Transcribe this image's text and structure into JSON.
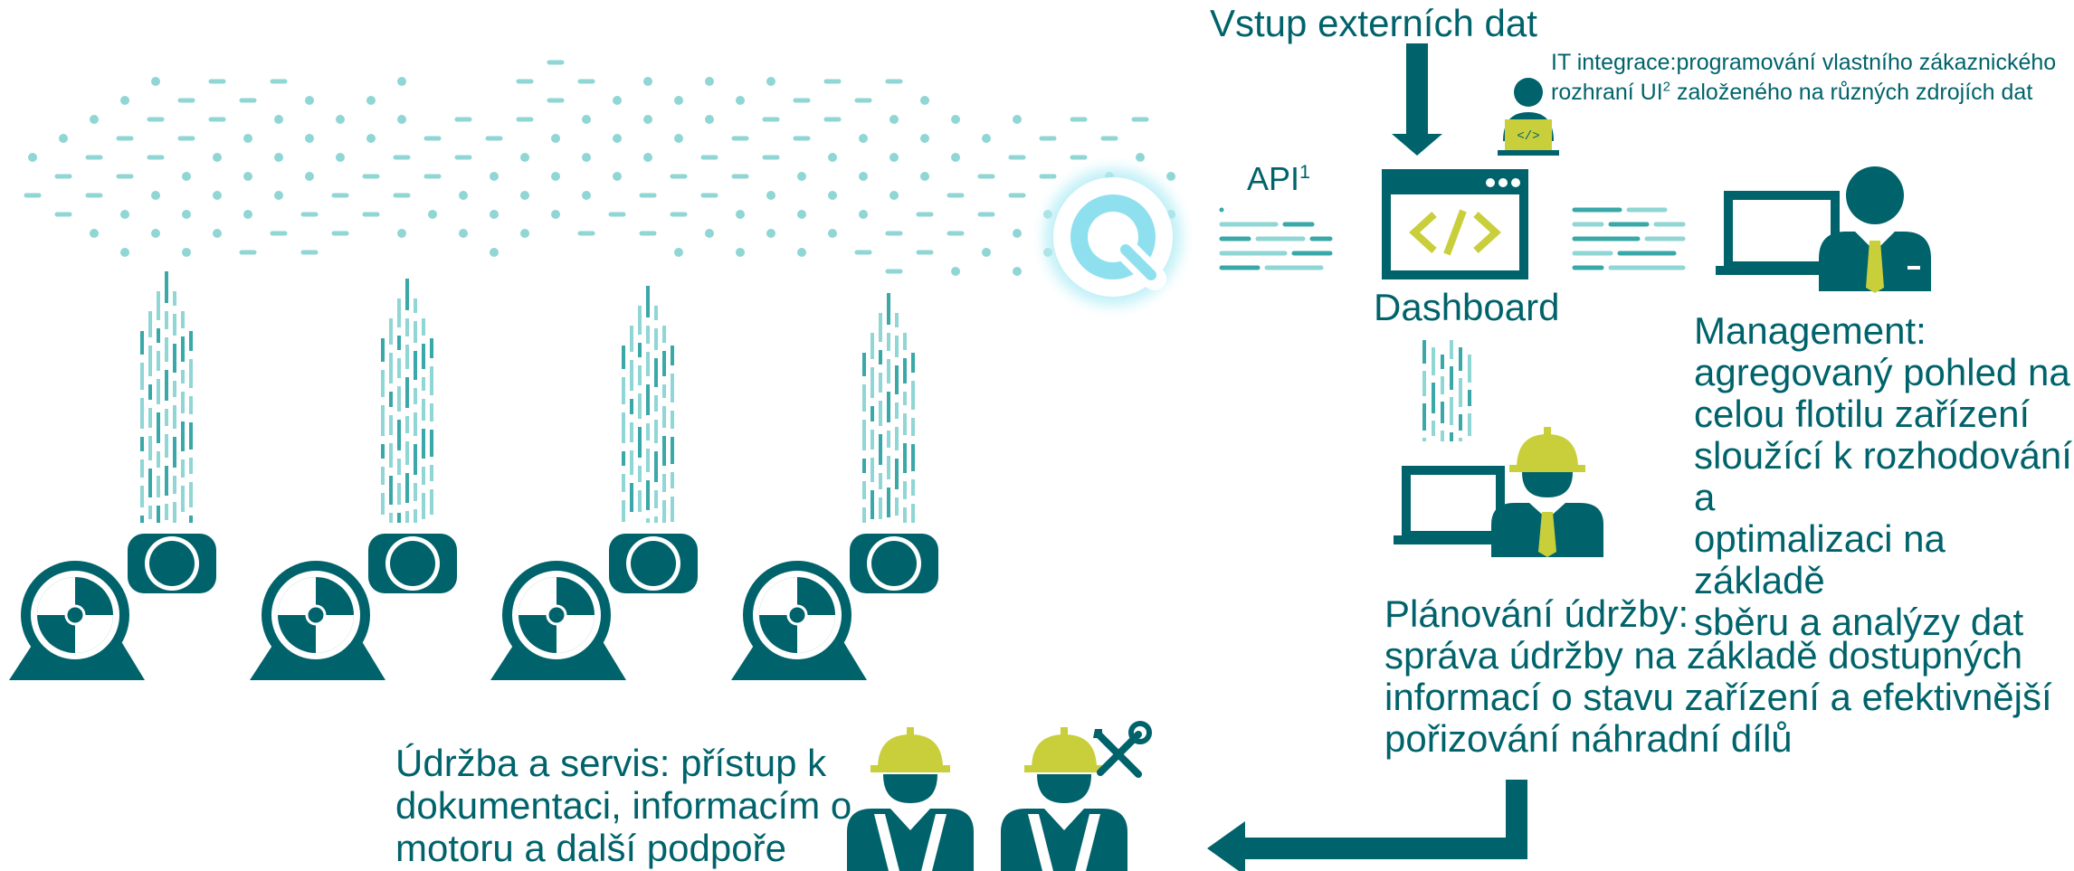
{
  "colors": {
    "teal": "#00636b",
    "light_teal": "#8fd6d4",
    "mid_teal": "#3aa8a8",
    "lime": "#c8cf3a",
    "glow": "#8fe0ef"
  },
  "external_input": {
    "label": "Vstup externích dat"
  },
  "it_integration": {
    "line1": "IT integrace:programování vlastního zákaznického",
    "line2_prefix": "rozhraní UI",
    "line2_sup": "2",
    "line2_suffix": " založeného na různých zdrojích dat",
    "icon": "developer-laptop-icon"
  },
  "api": {
    "label": "API",
    "sup": "1"
  },
  "dashboard": {
    "label": "Dashboard",
    "icon": "code-window-icon"
  },
  "management": {
    "lines": [
      "Management:",
      "agregovaný pohled  na",
      "celou flotilu zařízení",
      "sloužící k rozhodování a",
      "optimalizaci na základě",
      "sběru a analýzy dat"
    ],
    "icon": "manager-laptop-icon"
  },
  "maintenance_planning": {
    "lines": [
      "Plánování údržby:",
      "správa údržby na základě dostupných",
      "informací o stavu zařízení a efektivnější",
      "pořizování náhradní dílů"
    ],
    "icon": "engineer-laptop-icon"
  },
  "service": {
    "lines": [
      "Údržba a servis: přístup k",
      "dokumentaci, informacím o",
      "motoru a další podpoře"
    ],
    "icons": [
      "worker-icon",
      "worker-icon",
      "tools-icon"
    ]
  },
  "cloud": {
    "icon": "cloud-analytics-icon"
  },
  "motors": {
    "count": 4,
    "icon": "motor-icon"
  }
}
